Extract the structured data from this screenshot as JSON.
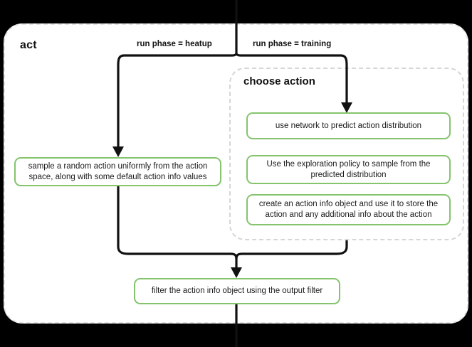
{
  "panel": {
    "title": "act",
    "border_color": "#e3e3e3",
    "background": "#ffffff"
  },
  "group": {
    "title": "choose action",
    "border_color": "#d6d6d6"
  },
  "colors": {
    "accent_green": "#85c46d",
    "line": "#111111",
    "canvas": "#000000",
    "text": "#1c1c1c"
  },
  "edges": {
    "heatup_label": "run phase = heatup",
    "training_label": "run phase = training"
  },
  "nodes": {
    "sample_action": "sample a random action uniformly from the action space, along with some default action info values",
    "use_network": "use network to predict action distribution",
    "exploration_policy": "Use the exploration policy to sample from the predicted distribution",
    "action_info": "create an action info object and use it to store the action and any additional info about the action",
    "output_filter": "filter the action info object using the output filter"
  }
}
